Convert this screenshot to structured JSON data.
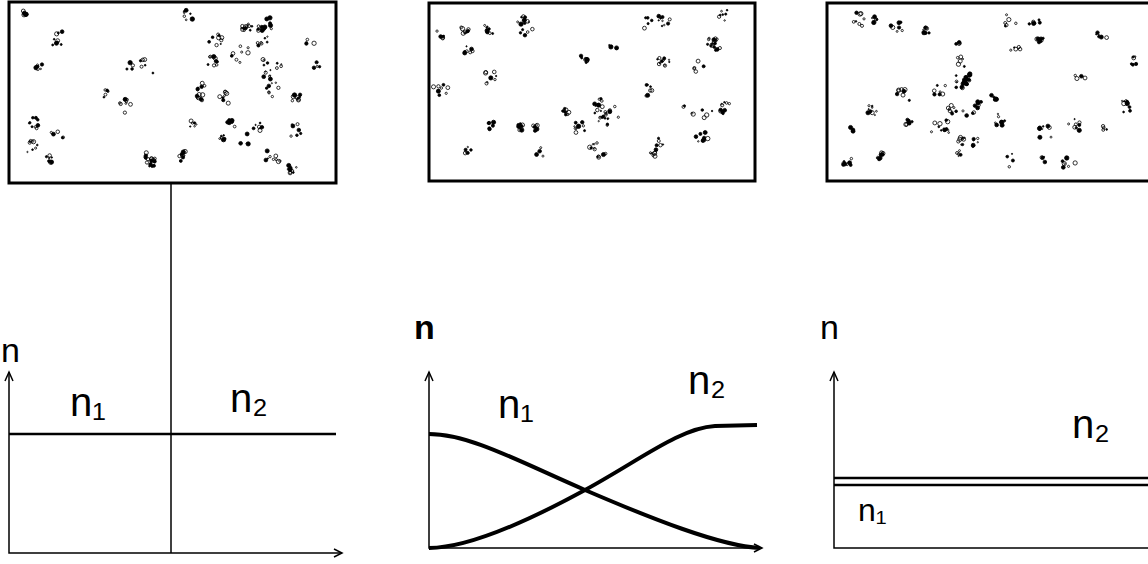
{
  "diagram": {
    "labels": [
      "n",
      "n₁",
      "n₂",
      "n",
      "n₁",
      "n₂",
      "n",
      "n₂",
      "n₁"
    ]
  }
}
